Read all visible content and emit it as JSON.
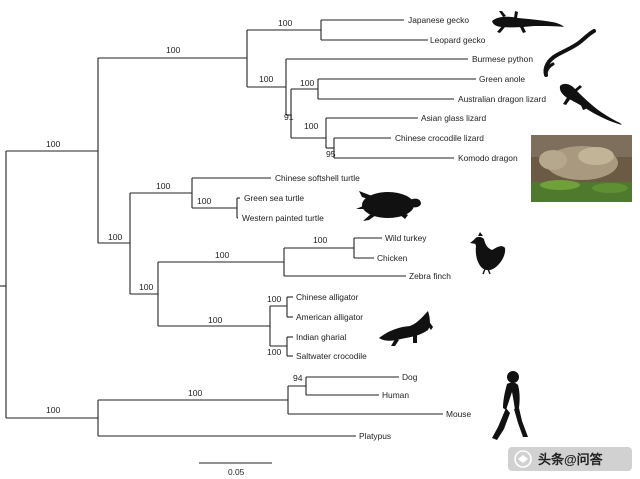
{
  "taxa": [
    {
      "key": "japanese_gecko",
      "label": "Japanese gecko"
    },
    {
      "key": "leopard_gecko",
      "label": "Leopard gecko"
    },
    {
      "key": "burmese_python",
      "label": "Burmese python"
    },
    {
      "key": "green_anole",
      "label": "Green anole"
    },
    {
      "key": "australian_dragon_lizard",
      "label": "Australian dragon lizard"
    },
    {
      "key": "asian_glass_lizard",
      "label": "Asian glass lizard"
    },
    {
      "key": "chinese_crocodile_lizard",
      "label": "Chinese crocodile lizard"
    },
    {
      "key": "komodo_dragon",
      "label": "Komodo dragon"
    },
    {
      "key": "chinese_softshell_turtle",
      "label": "Chinese softshell turtle"
    },
    {
      "key": "green_sea_turtle",
      "label": "Green sea turtle"
    },
    {
      "key": "western_painted_turtle",
      "label": "Western painted turtle"
    },
    {
      "key": "wild_turkey",
      "label": "Wild turkey"
    },
    {
      "key": "chicken",
      "label": "Chicken"
    },
    {
      "key": "zebra_finch",
      "label": "Zebra finch"
    },
    {
      "key": "chinese_alligator",
      "label": "Chinese alligator"
    },
    {
      "key": "american_alligator",
      "label": "American alligator"
    },
    {
      "key": "indian_gharial",
      "label": "Indian gharial"
    },
    {
      "key": "saltwater_crocodile",
      "label": "Saltwater crocodile"
    },
    {
      "key": "dog",
      "label": "Dog"
    },
    {
      "key": "human",
      "label": "Human"
    },
    {
      "key": "mouse",
      "label": "Mouse"
    },
    {
      "key": "platypus",
      "label": "Platypus"
    }
  ],
  "support_values": [
    {
      "key": "geckos",
      "value": "100"
    },
    {
      "key": "squamates",
      "value": "100"
    },
    {
      "key": "toxicofera",
      "value": "100"
    },
    {
      "key": "iguania",
      "value": "100"
    },
    {
      "key": "toxicofera_inner",
      "value": "91"
    },
    {
      "key": "anguimorpha",
      "value": "100"
    },
    {
      "key": "varanid_group",
      "value": "95"
    },
    {
      "key": "reptiles",
      "value": "100"
    },
    {
      "key": "archelosauria",
      "value": "100"
    },
    {
      "key": "turtles",
      "value": "100"
    },
    {
      "key": "emydid_group",
      "value": "100"
    },
    {
      "key": "archosaurs",
      "value": "100"
    },
    {
      "key": "birds",
      "value": "100"
    },
    {
      "key": "galliformes",
      "value": "100"
    },
    {
      "key": "crocodilians",
      "value": "100"
    },
    {
      "key": "alligators",
      "value": "100"
    },
    {
      "key": "crocodiles",
      "value": "100"
    },
    {
      "key": "mammals",
      "value": "100"
    },
    {
      "key": "therians",
      "value": "100"
    },
    {
      "key": "boreoeutheria",
      "value": "94"
    }
  ],
  "scale_bar": {
    "label": "0.05"
  },
  "silhouettes": [
    "gecko-icon",
    "snake-icon",
    "lizard-icon",
    "komodo-dragon-photo",
    "turtle-icon",
    "rooster-icon",
    "crocodile-icon",
    "human-icon"
  ],
  "watermark": {
    "text": "头条@问答"
  }
}
